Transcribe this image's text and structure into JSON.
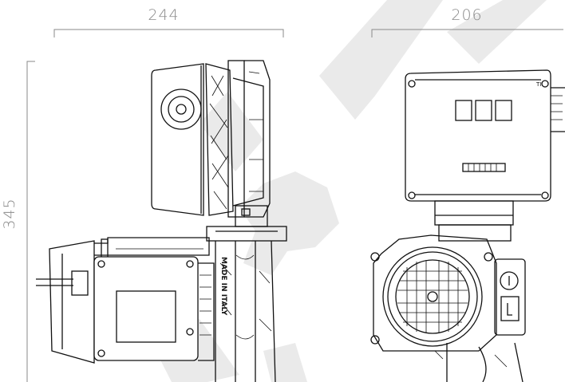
{
  "dimensions": {
    "side_width": "244",
    "front_width": "206",
    "height": "345"
  },
  "labels": {
    "made_in": "MADE IN ITALY"
  },
  "colors": {
    "dimension": "#8a8a8a",
    "line": "#111111",
    "watermark": "#d9d9d9"
  }
}
